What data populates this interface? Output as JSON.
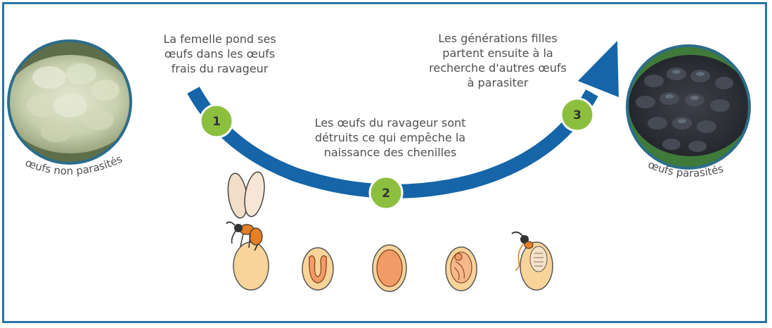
{
  "steps": [
    {
      "number": "1",
      "caption": "La femelle pond ses\nœufs dans les œufs\nfrais du ravageur"
    },
    {
      "number": "2",
      "caption": "Les œufs du ravageur sont\ndétruits ce qui empêche la\nnaissance des chenilles"
    },
    {
      "number": "3",
      "caption": "Les générations filles\npartent ensuite à la\nrecherche d'autres œufs\nà parasiter"
    }
  ],
  "left_photo": {
    "label": "œufs non parasités"
  },
  "right_photo": {
    "label": "œufs parasités"
  },
  "colors": {
    "frame": "#2874a6",
    "arrow": "#1565a8",
    "step_badge": "#8dbf3f",
    "egg_fill": "#f9d49a",
    "larva": "#f29b66",
    "wasp_body": "#e67e22",
    "text": "#505050"
  }
}
